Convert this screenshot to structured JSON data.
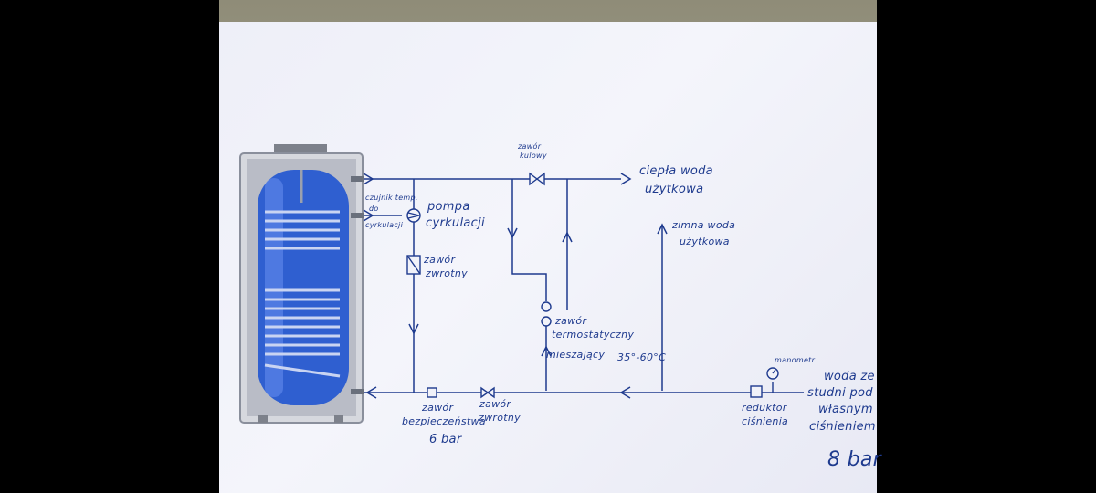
{
  "labels": {
    "zawor_kulowy_1": "zawór",
    "zawor_kulowy_2": "kulowy",
    "ciepla_1": "ciepła woda",
    "ciepla_2": "użytkowa",
    "zimna_1": "zimna woda",
    "zimna_2": "użytkowa",
    "czujnik_1": "czujnik temp.",
    "czujnik_2": "do",
    "czujnik_3": "cyrkulacji",
    "pompa_1": "pompa",
    "pompa_2": "cyrkulacji",
    "zwrotny_top_1": "zawór",
    "zwrotny_top_2": "zwrotny",
    "termo_1": "zawór",
    "termo_2": "termostatyczny",
    "termo_3": "mieszający",
    "temp_range": "35°-60°C",
    "manometr": "manometr",
    "woda_1": "woda ze",
    "woda_2": "studni pod",
    "woda_3": "własnym",
    "woda_4": "ciśnieniem",
    "pressure_in": "8 bar",
    "reduktor_1": "reduktor",
    "reduktor_2": "ciśnienia",
    "bezp_1": "zawór",
    "bezp_2": "bezpieczeństwa",
    "bezp_3": "6 bar",
    "zwrotny_bottom_1": "zawór",
    "zwrotny_bottom_2": "zwrotny"
  },
  "colors": {
    "ink": "#1e3a8e",
    "tank_blue": "#2f5fd0",
    "tank_frame": "#8a8f9c",
    "paper": "#f1f2f9"
  }
}
